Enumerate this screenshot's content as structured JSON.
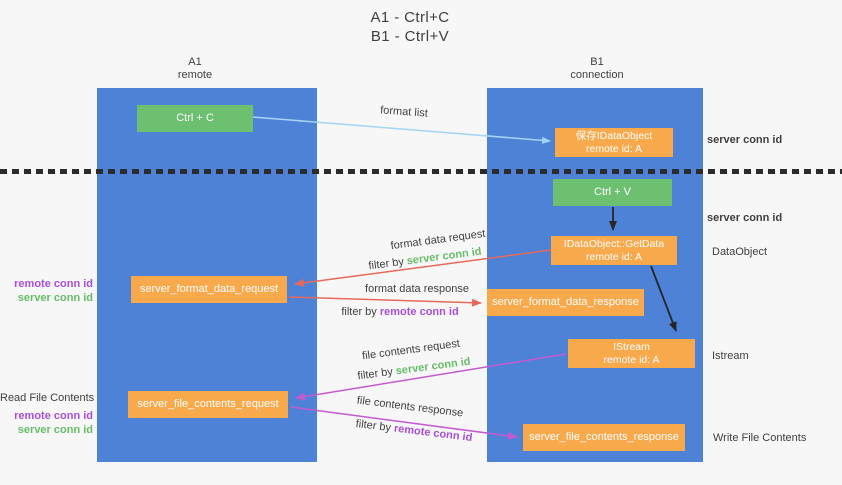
{
  "colors": {
    "background": "#f7f7f8",
    "column_blue": "#4d82d7",
    "box_green": "#6ec071",
    "box_orange": "#f8a94c",
    "arrow_blue": "#a5d5f5",
    "arrow_red": "#e8685c",
    "arrow_magenta": "#c45ad0",
    "arrow_black": "#262626",
    "text_dark": "#3f3f3f",
    "text_green": "#67bd67",
    "text_purple": "#a94fd6"
  },
  "title": {
    "line1": "A1 - Ctrl+C",
    "line2": "B1 - Ctrl+V"
  },
  "columns": {
    "left": {
      "name": "A1",
      "subtitle": "remote"
    },
    "right": {
      "name": "B1",
      "subtitle": "connection"
    }
  },
  "boxes": {
    "ctrl_c": "Ctrl + C",
    "save_idataobject_line1": "保存IDataObject",
    "save_idataobject_line2": "remote id: A",
    "ctrl_v": "Ctrl + V",
    "getdata_line1": "IDataObject::GetData",
    "getdata_line2": "remote id: A",
    "server_format_data_request": "server_format_data_request",
    "server_format_data_response": "server_format_data_response",
    "istream_line1": "IStream",
    "istream_line2": "remote id: A",
    "server_file_contents_request": "server_file_contents_request",
    "server_file_contents_response": "server_file_contents_response"
  },
  "labels": {
    "format_list": "format list",
    "format_data_request": "format data request",
    "format_data_response": "format data response",
    "file_contents_request": "file contents request",
    "file_contents_response": "file contents response",
    "filter_by": "filter by ",
    "server_conn_id": "server conn id",
    "remote_conn_id": "remote conn id",
    "dataobject": "DataObject",
    "istream": "Istream",
    "read_file_contents": "Read File Contents",
    "write_file_contents": "Write File Contents"
  }
}
